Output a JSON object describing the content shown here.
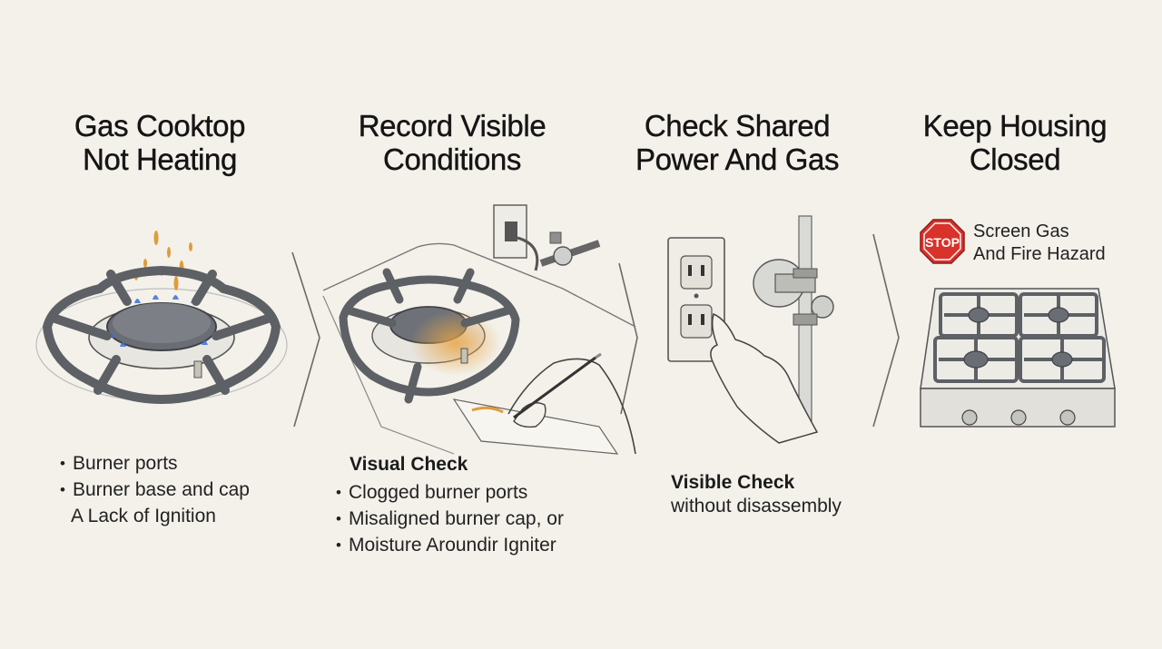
{
  "steps": [
    {
      "title_line1": "Gas Cooktop",
      "title_line2": "Not Heating",
      "bullets": [
        "Burner ports",
        "Burner base and cap"
      ],
      "extra_line": "A Lack of Ignition"
    },
    {
      "title_line1": "Record Visible",
      "title_line2": "Conditions",
      "subheading": "Visual Check",
      "bullets": [
        "Clogged burner ports",
        "Misaligned burner cap, or",
        "Moisture Aroundir Igniter"
      ]
    },
    {
      "title_line1": "Check Shared",
      "title_line2": "Power And Gas",
      "subheading": "Visible Check",
      "note": "without disassembly"
    },
    {
      "title_line1": "Keep Housing",
      "title_line2": "Closed",
      "stop_sign_text": "STOP",
      "hazard_line1": "Screen Gas",
      "hazard_line2": "And Fire Hazard"
    }
  ],
  "colors": {
    "background": "#f3f1ea",
    "ink": "#1c1c1c",
    "grate": "#5d6064",
    "flame_orange": "#e39a3a",
    "flame_blue": "#3f6fd6",
    "stop_red": "#d9322b"
  },
  "icons": [
    "burner-icon",
    "cooktop-sketch-icon",
    "outlet-icon",
    "gas-valve-icon",
    "stop-sign-icon",
    "cooktop-icon",
    "chevron-right-icon"
  ]
}
